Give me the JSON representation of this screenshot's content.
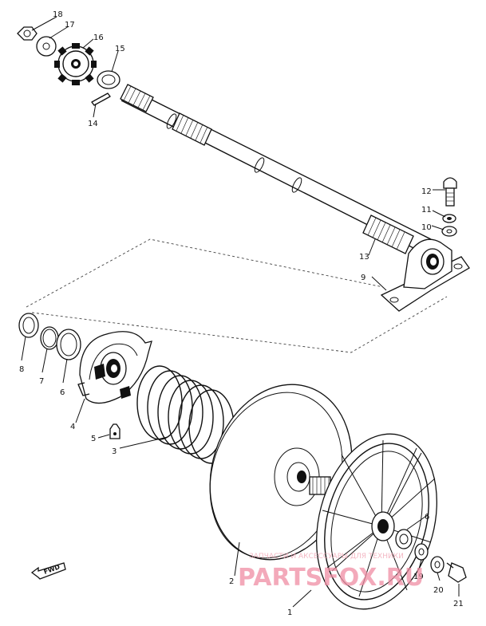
{
  "parts": {
    "p1": "1",
    "p2": "2",
    "p3": "3",
    "p4": "4",
    "p5": "5",
    "p6": "6",
    "p7": "7",
    "p8": "8",
    "p9": "9",
    "p10": "10",
    "p11": "11",
    "p12": "12",
    "p13": "13",
    "p14": "14",
    "p15": "15",
    "p16": "16",
    "p17": "17",
    "p18": "18",
    "p19": "19",
    "p20": "20",
    "p21": "21",
    "p6b": "6"
  },
  "direction_marker": "FWD",
  "watermark": {
    "caption": "ЗАПЧАСТИ И АКСЕССУАРЫ ДЛЯ ТЕХНИКИ",
    "brand": "PARTSFOX.RU"
  },
  "colors": {
    "line": "#111111",
    "watermark": "#ef8da3",
    "background": "#ffffff"
  }
}
